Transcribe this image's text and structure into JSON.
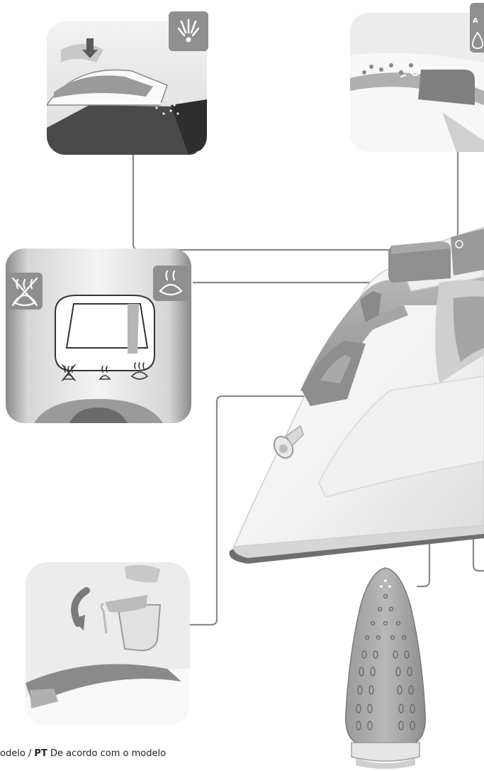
{
  "footnote": {
    "prefix_text": "odelo / ",
    "lang_code": "PT",
    "suffix_text": " De acordo com o modelo"
  },
  "badges": {
    "top_right_partial": "A"
  },
  "icons": {
    "spray": "spray-burst-icon",
    "anti_calc": "anti-calc-drop-icon",
    "no_steam": "no-steam-icon",
    "steam": "steam-icon",
    "max_steam": "max-steam-icon"
  },
  "colors": {
    "line": "#8a8a8a",
    "badge": "#8f8f8f",
    "panel_bg": "#e9e9e9",
    "iron_grey": "#9a9a9a",
    "soleplate": "#a3a3a3"
  }
}
